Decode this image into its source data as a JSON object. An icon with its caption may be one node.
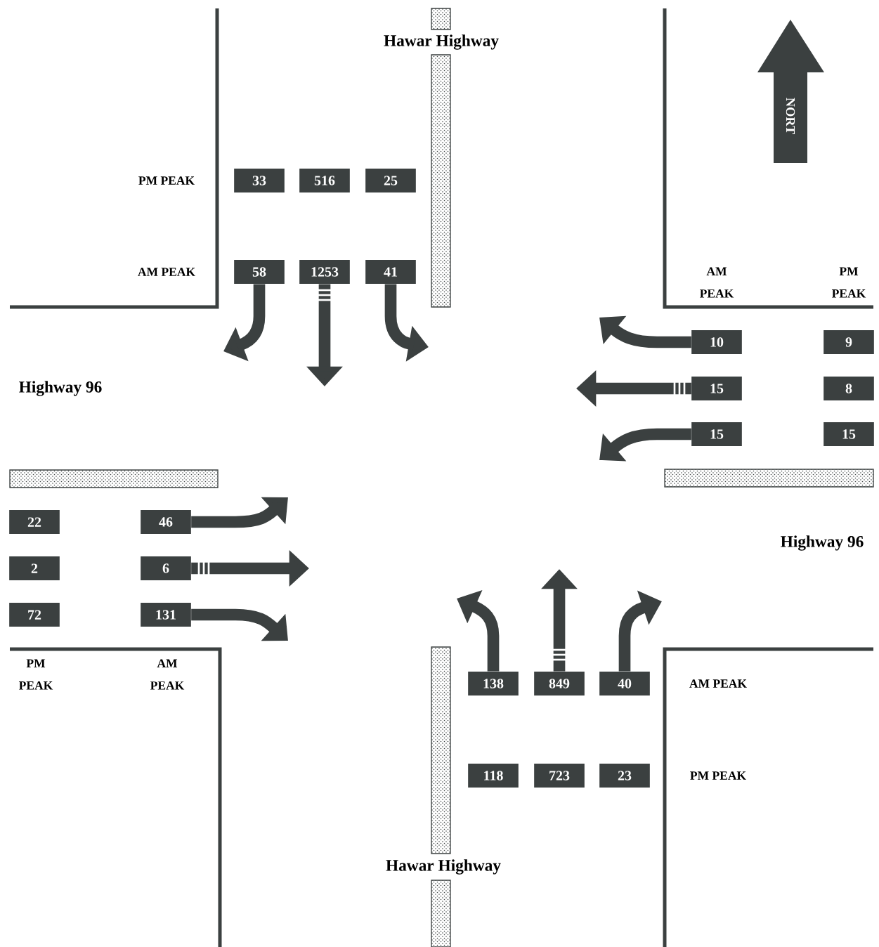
{
  "diagram": {
    "nodes": [
      {
        "text": [
          "33"
        ]
      },
      {
        "text": [
          "516"
        ]
      },
      {
        "text": [
          "25"
        ]
      },
      {
        "text": [
          "58"
        ]
      },
      {
        "text": [
          "1253"
        ]
      },
      {
        "text": [
          "41"
        ]
      },
      {
        "text": [
          "10"
        ]
      },
      {
        "text": [
          "9"
        ]
      },
      {
        "text": [
          "15"
        ]
      },
      {
        "text": [
          "8"
        ]
      },
      {
        "text": [
          "15"
        ]
      },
      {
        "text": [
          "15"
        ]
      },
      {
        "text": [
          "22"
        ]
      },
      {
        "text": [
          "46"
        ]
      },
      {
        "text": [
          "2"
        ]
      },
      {
        "text": [
          "6"
        ]
      },
      {
        "text": [
          "72"
        ]
      },
      {
        "text": [
          "131"
        ]
      },
      {
        "text": [
          "138"
        ]
      },
      {
        "text": [
          "849"
        ]
      },
      {
        "text": [
          "40"
        ]
      },
      {
        "text": [
          "118"
        ]
      },
      {
        "text": [
          "723"
        ]
      },
      {
        "text": [
          "23"
        ]
      },
      {
        "text": [
          "NORT"
        ]
      }
    ],
    "edges": [
      {
        "from": 3,
        "to": null,
        "arrow": "to"
      },
      {
        "from": 4,
        "to": null,
        "arrow": "to"
      },
      {
        "from": 5,
        "to": null,
        "arrow": "to"
      },
      {
        "from": 6,
        "to": null,
        "arrow": "to"
      },
      {
        "from": 8,
        "to": null,
        "arrow": "to"
      },
      {
        "from": 10,
        "to": null,
        "arrow": "to"
      },
      {
        "from": 13,
        "to": null,
        "arrow": "to"
      },
      {
        "from": 15,
        "to": null,
        "arrow": "to"
      },
      {
        "from": 17,
        "to": null,
        "arrow": "to"
      },
      {
        "from": 18,
        "to": null,
        "arrow": "to"
      },
      {
        "from": 19,
        "to": null,
        "arrow": "to"
      },
      {
        "from": 20,
        "to": null,
        "arrow": "to"
      }
    ],
    "labels": [
      "Hawar Highway",
      "PM PEAK",
      "AM PEAK",
      "AM PEAK",
      "PM PEAK",
      "Highway 96",
      "Highway 96",
      "PM PEAK",
      "AM PEAK",
      "AM PEAK",
      "PM PEAK",
      "Hawar Highway"
    ]
  }
}
